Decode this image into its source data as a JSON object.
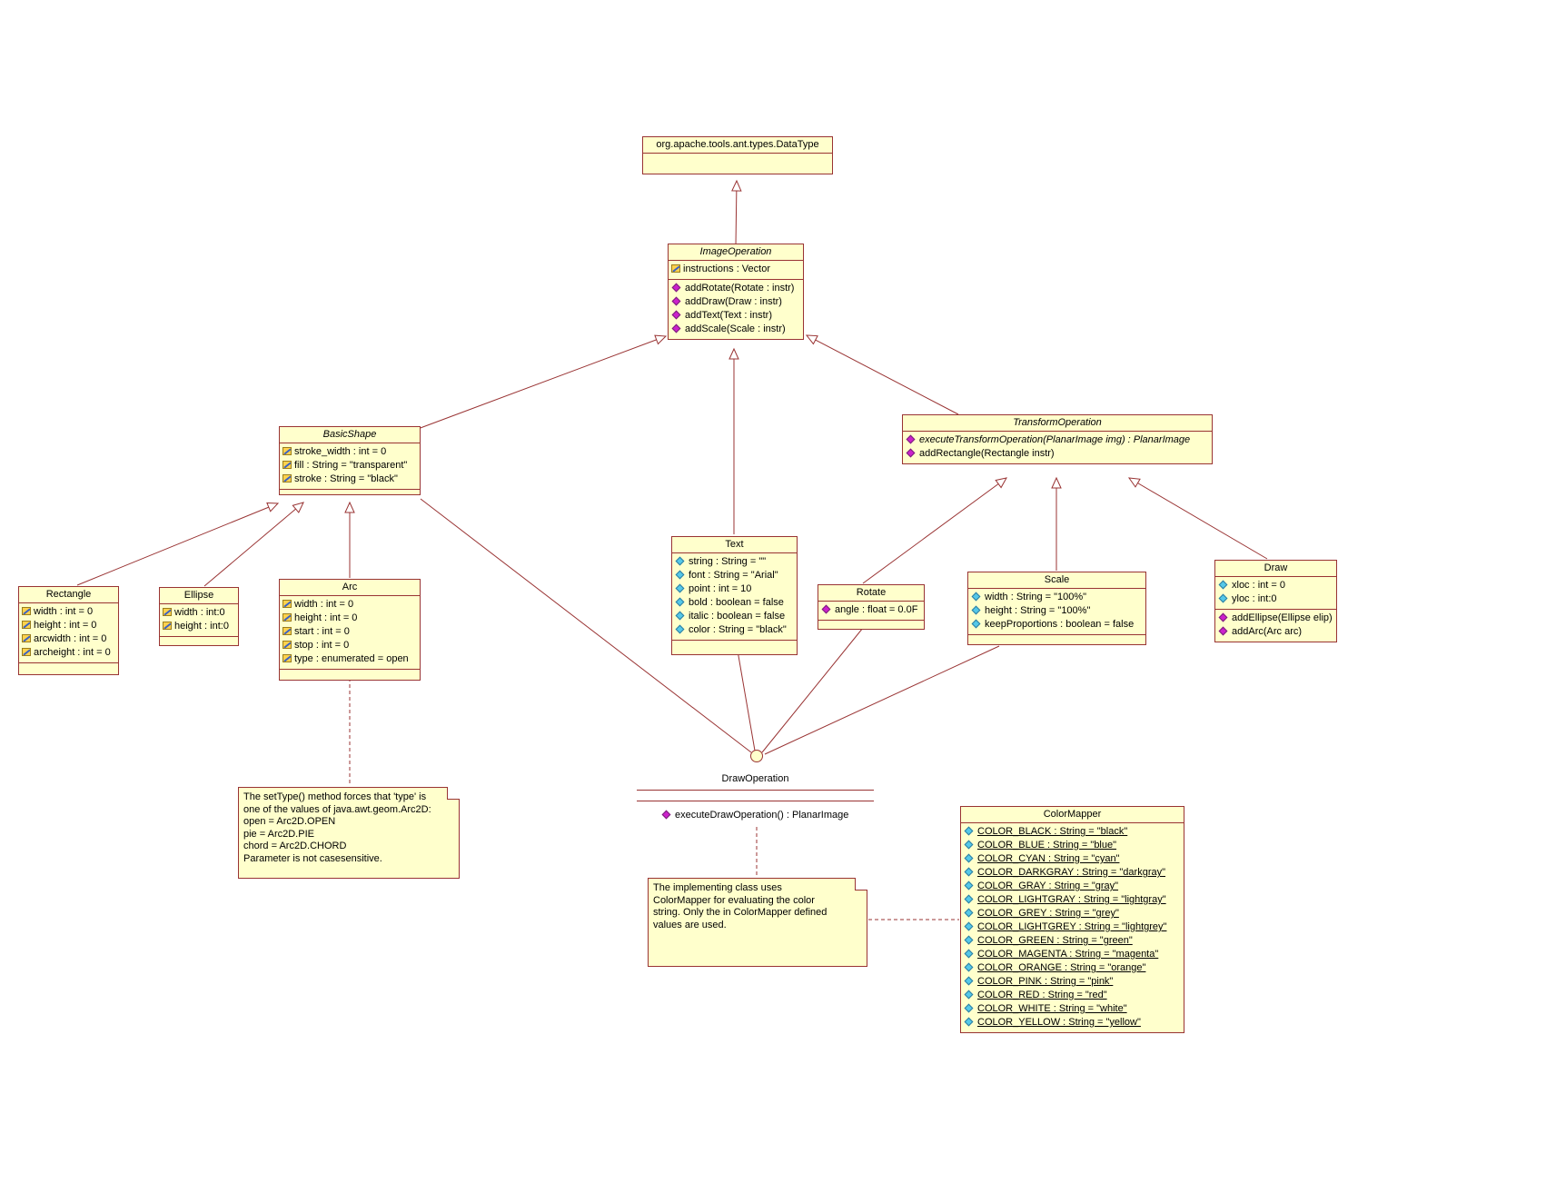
{
  "colors": {
    "canvas-bg": "#FFFFFF",
    "box-fill": "#FFFFCC",
    "line": "#993333",
    "text": "#000000",
    "icon-key": "#FFD24D",
    "icon-magenta": "#CC22CC",
    "icon-cyan": "#55C8E8"
  },
  "classes": {
    "datatype": {
      "title": "org.apache.tools.ant.types.DataType",
      "attributes": [],
      "methods": []
    },
    "imageoperation": {
      "title": "ImageOperation",
      "attributes": [
        {
          "icon": "key",
          "text": "instructions : Vector"
        }
      ],
      "methods": [
        {
          "icon": "diamond-magenta",
          "text": "addRotate(Rotate : instr)"
        },
        {
          "icon": "diamond-magenta",
          "text": "addDraw(Draw : instr)"
        },
        {
          "icon": "diamond-magenta",
          "text": "addText(Text : instr)"
        },
        {
          "icon": "diamond-magenta",
          "text": "addScale(Scale : instr)"
        }
      ]
    },
    "basicshape": {
      "title": "BasicShape",
      "attributes": [
        {
          "icon": "key",
          "text": "stroke_width : int = 0"
        },
        {
          "icon": "key",
          "text": "fill : String = \"transparent\""
        },
        {
          "icon": "key",
          "text": "stroke : String = \"black\""
        }
      ],
      "methods": []
    },
    "transformoperation": {
      "title": "TransformOperation",
      "attributes": [],
      "methods": [
        {
          "icon": "diamond-magenta",
          "text": "executeTransformOperation(PlanarImage img) : PlanarImage",
          "italic": true
        },
        {
          "icon": "diamond-magenta",
          "text": "addRectangle(Rectangle instr)"
        }
      ]
    },
    "rectangle": {
      "title": "Rectangle",
      "attributes": [
        {
          "icon": "key",
          "text": "width : int = 0"
        },
        {
          "icon": "key",
          "text": "height : int = 0"
        },
        {
          "icon": "key",
          "text": "arcwidth : int = 0"
        },
        {
          "icon": "key",
          "text": "archeight : int = 0"
        }
      ],
      "methods": []
    },
    "ellipse": {
      "title": "Ellipse",
      "attributes": [
        {
          "icon": "key",
          "text": "width : int:0"
        },
        {
          "icon": "key",
          "text": "height : int:0"
        }
      ],
      "methods": []
    },
    "arc": {
      "title": "Arc",
      "attributes": [
        {
          "icon": "key",
          "text": "width : int = 0"
        },
        {
          "icon": "key",
          "text": "height : int = 0"
        },
        {
          "icon": "key",
          "text": "start : int = 0"
        },
        {
          "icon": "key",
          "text": "stop : int = 0"
        },
        {
          "icon": "key",
          "text": "type : enumerated = open"
        }
      ],
      "methods": []
    },
    "text": {
      "title": "Text",
      "attributes": [
        {
          "icon": "diamond-cyan",
          "text": "string : String = \"\""
        },
        {
          "icon": "diamond-cyan",
          "text": "font : String = \"Arial\""
        },
        {
          "icon": "diamond-cyan",
          "text": "point : int = 10"
        },
        {
          "icon": "diamond-cyan",
          "text": "bold : boolean = false"
        },
        {
          "icon": "diamond-cyan",
          "text": "italic : boolean = false"
        },
        {
          "icon": "diamond-cyan",
          "text": "color : String = \"black\""
        }
      ],
      "methods": []
    },
    "rotate": {
      "title": "Rotate",
      "attributes": [
        {
          "icon": "diamond-magenta",
          "text": "angle : float = 0.0F"
        }
      ],
      "methods": []
    },
    "scale": {
      "title": "Scale",
      "attributes": [
        {
          "icon": "diamond-cyan",
          "text": "width : String = \"100%\""
        },
        {
          "icon": "diamond-cyan",
          "text": "height : String = \"100%\""
        },
        {
          "icon": "diamond-cyan",
          "text": "keepProportions : boolean = false"
        }
      ],
      "methods": []
    },
    "draw": {
      "title": "Draw",
      "attributes": [
        {
          "icon": "diamond-cyan",
          "text": "xloc : int = 0"
        },
        {
          "icon": "diamond-cyan",
          "text": "yloc : int:0"
        }
      ],
      "methods": [
        {
          "icon": "diamond-magenta",
          "text": "addEllipse(Ellipse elip)"
        },
        {
          "icon": "diamond-magenta",
          "text": "addArc(Arc arc)"
        }
      ]
    },
    "colormapper": {
      "title": "ColorMapper",
      "attributes": [
        {
          "icon": "diamond-cyan",
          "text": "COLOR_BLACK : String = \"black\"",
          "underline": true
        },
        {
          "icon": "diamond-cyan",
          "text": "COLOR_BLUE : String = \"blue\"",
          "underline": true
        },
        {
          "icon": "diamond-cyan",
          "text": "COLOR_CYAN : String = \"cyan\"",
          "underline": true
        },
        {
          "icon": "diamond-cyan",
          "text": "COLOR_DARKGRAY : String = \"darkgray\"",
          "underline": true
        },
        {
          "icon": "diamond-cyan",
          "text": "COLOR_GRAY : String = \"gray\"",
          "underline": true
        },
        {
          "icon": "diamond-cyan",
          "text": "COLOR_LIGHTGRAY : String = \"lightgray\"",
          "underline": true
        },
        {
          "icon": "diamond-cyan",
          "text": "COLOR_GREY : String = \"grey\"",
          "underline": true
        },
        {
          "icon": "diamond-cyan",
          "text": "COLOR_LIGHTGREY : String = \"lightgrey\"",
          "underline": true
        },
        {
          "icon": "diamond-cyan",
          "text": "COLOR_GREEN : String = \"green\"",
          "underline": true
        },
        {
          "icon": "diamond-cyan",
          "text": "COLOR_MAGENTA : String = \"magenta\"",
          "underline": true
        },
        {
          "icon": "diamond-cyan",
          "text": "COLOR_ORANGE : String = \"orange\"",
          "underline": true
        },
        {
          "icon": "diamond-cyan",
          "text": "COLOR_PINK : String = \"pink\"",
          "underline": true
        },
        {
          "icon": "diamond-cyan",
          "text": "COLOR_RED : String = \"red\"",
          "underline": true
        },
        {
          "icon": "diamond-cyan",
          "text": "COLOR_WHITE : String = \"white\"",
          "underline": true
        },
        {
          "icon": "diamond-cyan",
          "text": "COLOR_YELLOW : String = \"yellow\"",
          "underline": true
        }
      ],
      "methods": []
    }
  },
  "interface": {
    "name": "DrawOperation",
    "methods": [
      {
        "icon": "diamond-magenta",
        "text": "executeDrawOperation() : PlanarImage"
      }
    ]
  },
  "notes": {
    "arc_note": "The setType() method forces that 'type' is\none of the values of java.awt.geom.Arc2D:\nopen = Arc2D.OPEN\npie = Arc2D.PIE\nchord = Arc2D.CHORD\nParameter is not casesensitive.",
    "color_note": "The implementing class uses\nColorMapper for evaluating the color\nstring. Only the in ColorMapper defined\nvalues are used."
  }
}
